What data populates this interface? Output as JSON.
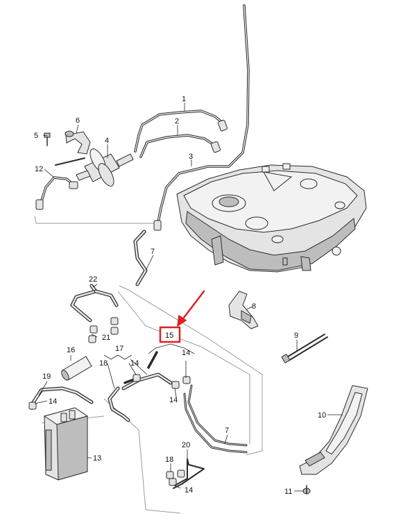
{
  "labels": {
    "p1": "1",
    "p2": "2",
    "p3": "3",
    "p4": "4",
    "p5": "5",
    "p6": "6",
    "p7a": "7",
    "p7b": "7",
    "p8": "8",
    "p9": "9",
    "p10": "10",
    "p11": "11",
    "p12": "12",
    "p13": "13",
    "p14a": "14",
    "p14b": "14",
    "p14c": "14",
    "p14d": "14",
    "p14e": "14",
    "p15": "15",
    "p16": "16",
    "p17": "17",
    "p18a": "18",
    "p18b": "18",
    "p19": "19",
    "p20": "20",
    "p21": "21",
    "p22": "22"
  },
  "colors": {
    "highlight": "#e02020",
    "line": "#222222",
    "part_fill": "#e4e4e4"
  }
}
